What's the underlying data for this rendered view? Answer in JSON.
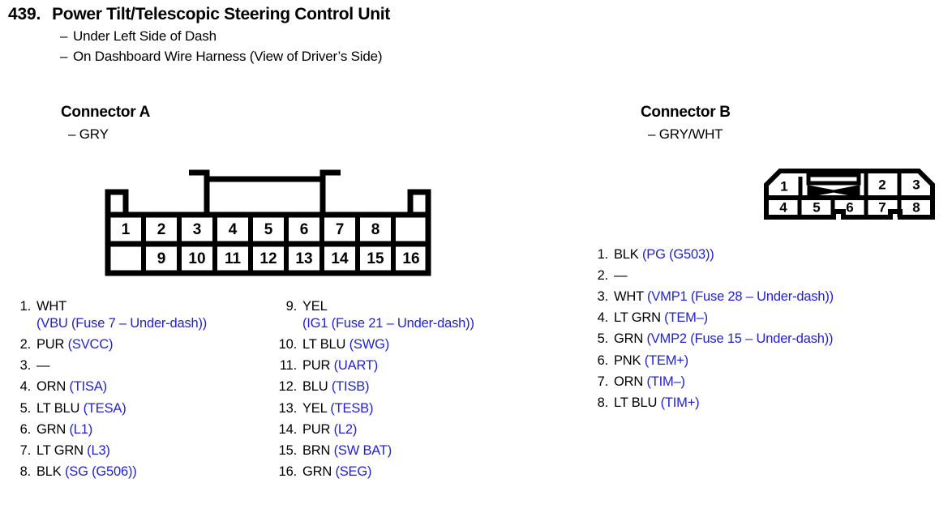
{
  "header": {
    "number": "439.",
    "title": "Power Tilt/Telescopic Steering Control Unit",
    "subtitles": [
      "Under Left Side of Dash",
      "On Dashboard Wire Harness (View of Driver’s Side)"
    ],
    "dash": "–"
  },
  "colors": {
    "signal_blue": "#2222cc",
    "text_black": "#000000",
    "background": "#ffffff"
  },
  "connector_a": {
    "title": "Connector A",
    "wire_color": "– GRY",
    "diagram": {
      "top_row_pins": [
        "1",
        "2",
        "3",
        "4",
        "5",
        "6",
        "7",
        "8"
      ],
      "bottom_row_pins": [
        "9",
        "10",
        "11",
        "12",
        "13",
        "14",
        "15",
        "16"
      ],
      "has_top_latch": true
    },
    "pins_left": [
      {
        "num": "1.",
        "wire": "WHT",
        "signal": "(VBU (Fuse 7 – Under-dash))",
        "wrap": true
      },
      {
        "num": "2.",
        "wire": "PUR",
        "signal": "(SVCC)",
        "wrap": false
      },
      {
        "num": "3.",
        "wire": "—",
        "signal": "",
        "wrap": false
      },
      {
        "num": "4.",
        "wire": "ORN",
        "signal": "(TISA)",
        "wrap": false
      },
      {
        "num": "5.",
        "wire": "LT BLU",
        "signal": "(TESA)",
        "wrap": false
      },
      {
        "num": "6.",
        "wire": "GRN",
        "signal": "(L1)",
        "wrap": false
      },
      {
        "num": "7.",
        "wire": "LT GRN",
        "signal": "(L3)",
        "wrap": false
      },
      {
        "num": "8.",
        "wire": "BLK",
        "signal": "(SG (G506))",
        "wrap": false
      }
    ],
    "pins_right": [
      {
        "num": "9.",
        "wire": "YEL",
        "signal": "(IG1 (Fuse 21 – Under-dash))",
        "wrap": true
      },
      {
        "num": "10.",
        "wire": "LT BLU",
        "signal": "(SWG)",
        "wrap": false
      },
      {
        "num": "11.",
        "wire": "PUR",
        "signal": "(UART)",
        "wrap": false
      },
      {
        "num": "12.",
        "wire": "BLU",
        "signal": "(TISB)",
        "wrap": false
      },
      {
        "num": "13.",
        "wire": "YEL",
        "signal": "(TESB)",
        "wrap": false
      },
      {
        "num": "14.",
        "wire": "PUR",
        "signal": "(L2)",
        "wrap": false
      },
      {
        "num": "15.",
        "wire": "BRN",
        "signal": "(SW BAT)",
        "wrap": false
      },
      {
        "num": "16.",
        "wire": "GRN",
        "signal": "(SEG)",
        "wrap": false
      }
    ]
  },
  "connector_b": {
    "title": "Connector B",
    "wire_color": "– GRY/WHT",
    "diagram": {
      "top_row_pins": [
        "1",
        "",
        "2",
        "3"
      ],
      "bottom_row_pins": [
        "4",
        "5",
        "6",
        "7",
        "8"
      ],
      "blank_slot_index": 1,
      "blank_slot_marker": "x-crossed-blank"
    },
    "pins": [
      {
        "num": "1.",
        "wire": "BLK",
        "signal": "(PG (G503))",
        "wrap": false
      },
      {
        "num": "2.",
        "wire": "—",
        "signal": "",
        "wrap": false
      },
      {
        "num": "3.",
        "wire": "WHT",
        "signal": "(VMP1 (Fuse 28 – Under-dash))",
        "wrap": false
      },
      {
        "num": "4.",
        "wire": "LT GRN",
        "signal": "(TEM–)",
        "wrap": false
      },
      {
        "num": "5.",
        "wire": "GRN",
        "signal": "(VMP2 (Fuse 15 – Under-dash))",
        "wrap": false
      },
      {
        "num": "6.",
        "wire": "PNK",
        "signal": "(TEM+)",
        "wrap": false
      },
      {
        "num": "7.",
        "wire": "ORN",
        "signal": "(TIM–)",
        "wrap": false
      },
      {
        "num": "8.",
        "wire": "LT BLU",
        "signal": "(TIM+)",
        "wrap": false
      }
    ]
  }
}
